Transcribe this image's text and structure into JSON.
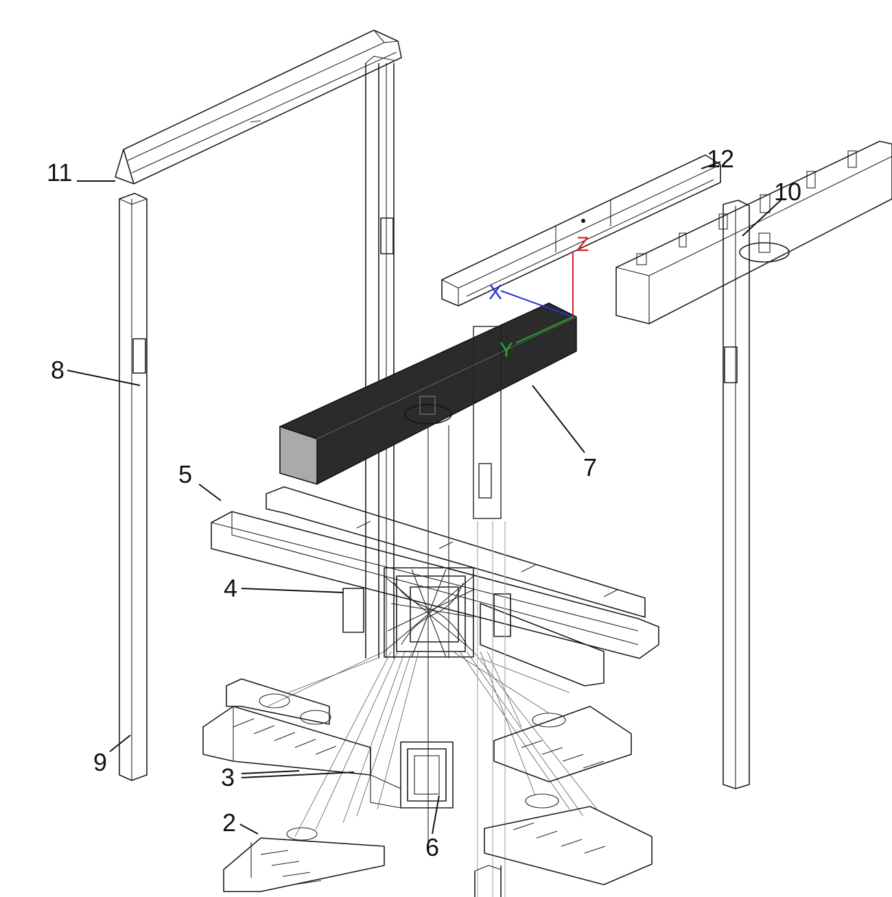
{
  "labels": {
    "l2": "2",
    "l3": "3",
    "l4": "4",
    "l5": "5",
    "l6": "6",
    "l7": "7",
    "l8": "8",
    "l9": "9",
    "l10": "10",
    "l11": "11",
    "l12": "12"
  },
  "axes": {
    "x": "X",
    "y": "Y",
    "z": "Z",
    "x_color": "#2233dd",
    "y_color": "#22aa22",
    "z_color": "#dd2222"
  },
  "colors": {
    "line": "#1a1a1a",
    "highlight_fill": "#2b2b2b",
    "highlight_end": "#aaaaaa",
    "background": "#ffffff"
  }
}
